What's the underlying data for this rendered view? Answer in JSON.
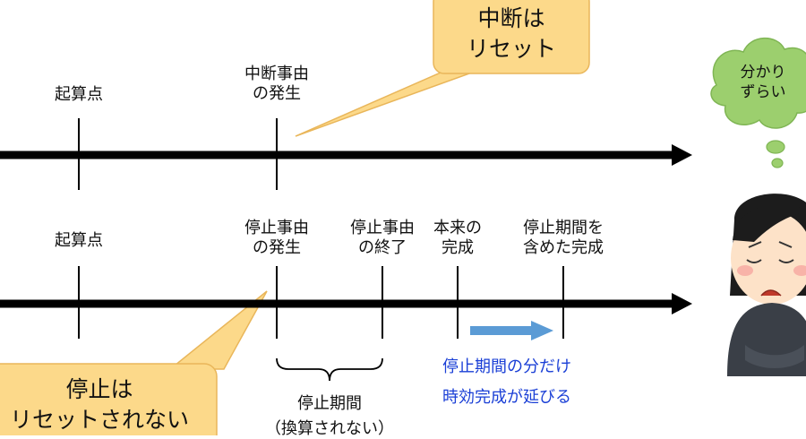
{
  "colors": {
    "callout_fill": "#fcd98a",
    "callout_stroke": "#e9b65a",
    "arrow_black": "#000000",
    "arrow_blue": "#5b9bd5",
    "note_blue": "#1a3fd6",
    "cloud_fill": "#9ccf6e",
    "cloud_stroke": "#7fb554"
  },
  "top_timeline": {
    "label_start": "起算点",
    "label_interrupt": "中断事由\nの発生"
  },
  "bottom_timeline": {
    "label_start": "起算点",
    "label_stop_begin": "停止事由\nの発生",
    "label_stop_end": "停止事由\nの終了",
    "label_original": "本来の\n完成",
    "label_extended": "停止期間を\n含めた完成",
    "brace_label": "停止期間",
    "brace_sub": "（換算されない）",
    "note_line1": "停止期間の分だけ",
    "note_line2": "時効完成が延びる"
  },
  "callouts": {
    "interrupt": "中断は\nリセット",
    "stop": "停止は\nリセットされない"
  },
  "character": {
    "thought": "分かり\nずらい",
    "icons": [
      "thought-cloud-icon",
      "confused-woman-icon"
    ]
  }
}
